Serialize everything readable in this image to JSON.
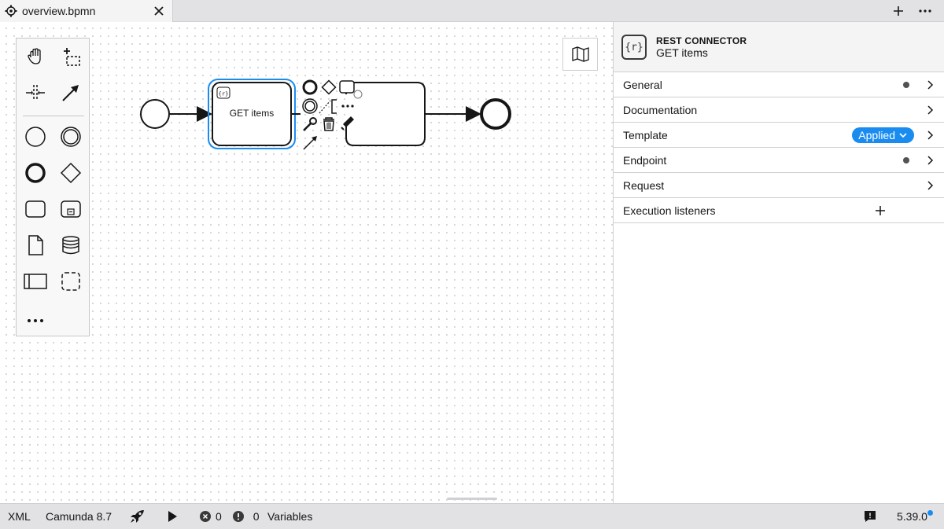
{
  "tab": {
    "filename": "overview.bpmn"
  },
  "diagram": {
    "task_label": "GET items"
  },
  "panel": {
    "element_type": "REST CONNECTOR",
    "element_name": "GET items",
    "icon_text": "{r}",
    "groups": [
      {
        "label": "General",
        "indicator": "dot"
      },
      {
        "label": "Documentation",
        "indicator": "none"
      },
      {
        "label": "Template",
        "indicator": "badge",
        "badge": "Applied"
      },
      {
        "label": "Endpoint",
        "indicator": "dot"
      },
      {
        "label": "Request",
        "indicator": "none"
      },
      {
        "label": "Execution listeners",
        "indicator": "plus"
      }
    ]
  },
  "statusbar": {
    "xml": "XML",
    "engine": "Camunda 8.7",
    "errors": "0",
    "warnings": "0",
    "variables": "Variables",
    "version": "5.39.0"
  },
  "colors": {
    "selection": "#1a8cf0",
    "badge": "#1a8cf0",
    "stroke": "#161616"
  }
}
